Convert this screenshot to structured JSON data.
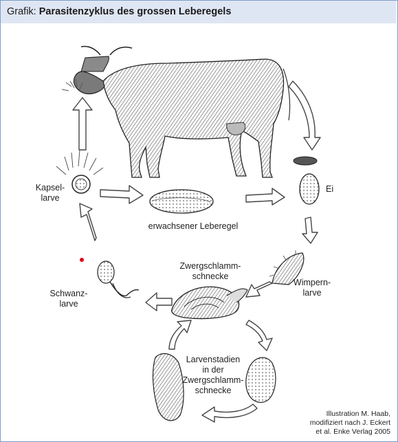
{
  "header": {
    "prefix": "Grafik:",
    "title": "Parasitenzyklus des grossen Leberegels"
  },
  "labels": {
    "kapsellarve": "Kapsel-\nlarve",
    "adult": "erwachsener Leberegel",
    "ei": "Ei",
    "snail": "Zwergschlamm-\nschnecke",
    "wimpernlarve": "Wimpern-\nlarve",
    "schwanzlarve": "Schwanz-\nlarve",
    "larvenstadien": "Larvenstadien\nin der\nZwergschlamm-\nschnecke"
  },
  "credit": "Illustration M. Haab,\nmodifiziert nach J. Eckert\net al. Enke Verlag 2005",
  "colors": {
    "header_bg": "#dfe6f3",
    "border": "#7a9cc8",
    "red_dot": "#e2001a"
  }
}
